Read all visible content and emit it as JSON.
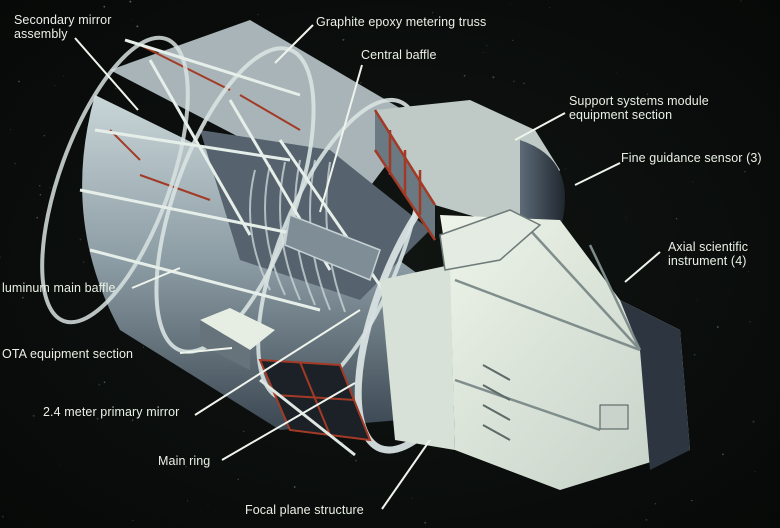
{
  "diagram": {
    "subject": "Space telescope cutaway illustration",
    "colors": {
      "background": "#0b0f0d",
      "body_light": "#dfe9dc",
      "body_mid": "#a9b9bd",
      "body_dark": "#4c5a66",
      "structure_red": "#a33a26",
      "label_text": "#e9f1e6"
    },
    "labels": [
      {
        "id": "secondary-mirror-assembly",
        "lines": [
          "Secondary mirror",
          "assembly"
        ]
      },
      {
        "id": "graphite-epoxy-metering-truss",
        "lines": [
          "Graphite epoxy metering truss"
        ]
      },
      {
        "id": "central-baffle",
        "lines": [
          "Central baffle"
        ]
      },
      {
        "id": "support-systems-module",
        "lines": [
          "Support systems module",
          "equipment section"
        ]
      },
      {
        "id": "fine-guidance-sensor",
        "lines": [
          "Fine guidance sensor (3)"
        ]
      },
      {
        "id": "axial-scientific-instrument",
        "lines": [
          "Axial scientific",
          "instrument (4)"
        ]
      },
      {
        "id": "aluminum-main-baffle",
        "lines": [
          "luminum main baffle"
        ]
      },
      {
        "id": "ota-equipment-section",
        "lines": [
          "OTA equipment section"
        ]
      },
      {
        "id": "primary-mirror",
        "lines": [
          "2.4 meter primary mirror"
        ]
      },
      {
        "id": "main-ring",
        "lines": [
          "Main ring"
        ]
      },
      {
        "id": "focal-plane-structure",
        "lines": [
          "Focal plane structure"
        ]
      }
    ]
  }
}
